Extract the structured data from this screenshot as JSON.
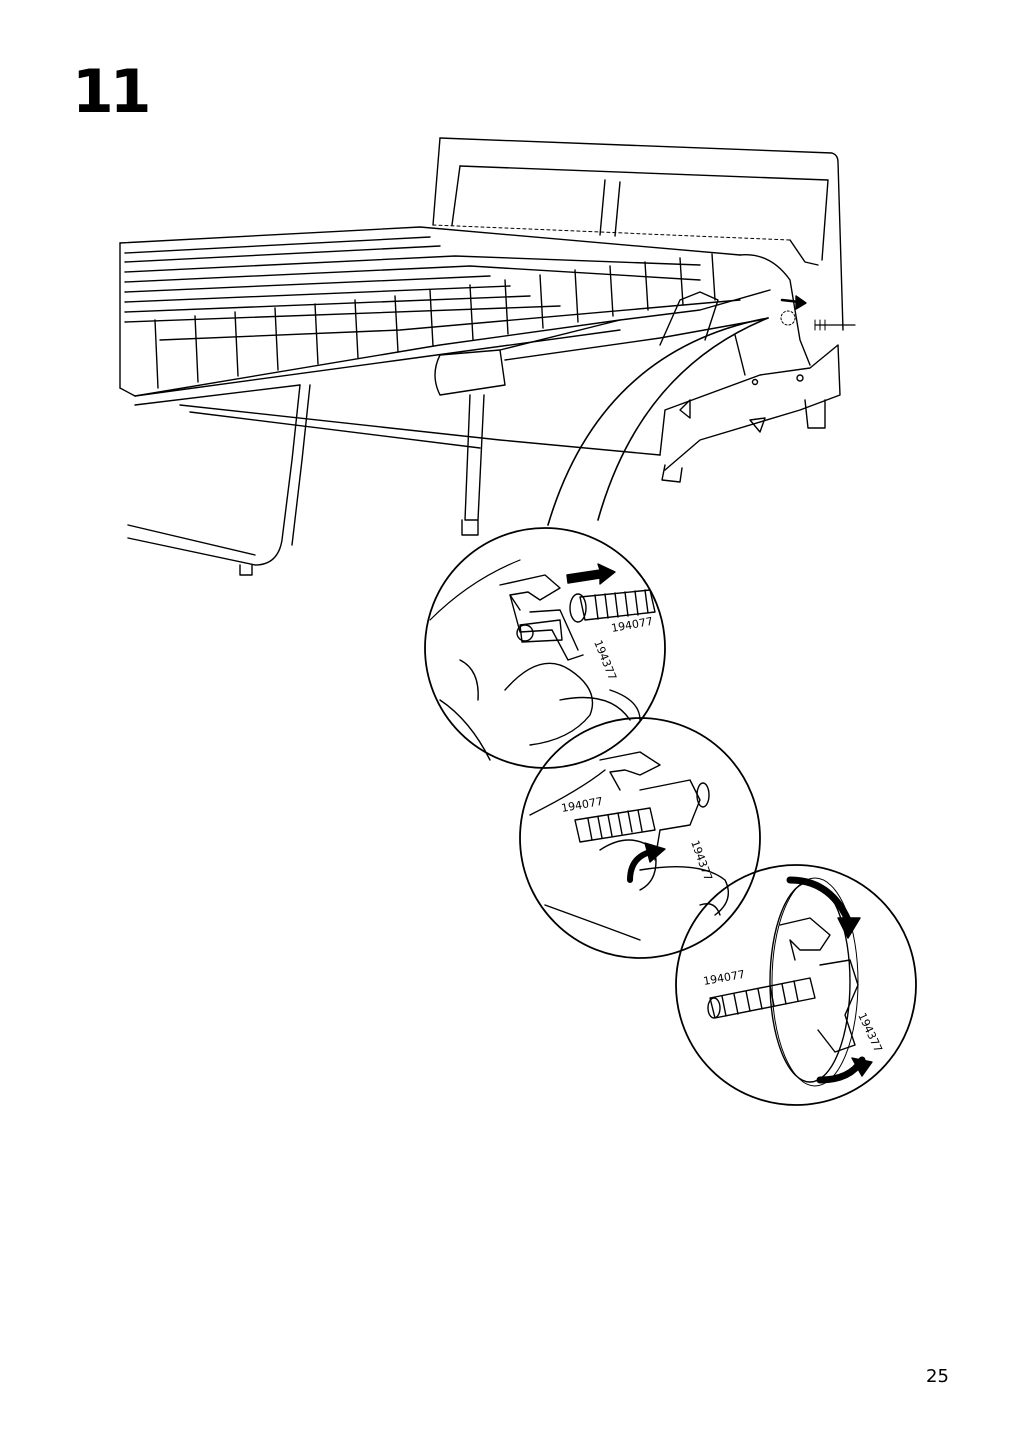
{
  "step": {
    "number": "11"
  },
  "page": {
    "number": "25"
  },
  "detail_1": {
    "part_a": "194077",
    "part_b": "194377"
  },
  "detail_2": {
    "part_a": "194077",
    "part_b": "194377"
  },
  "detail_3": {
    "part_a": "194077",
    "part_b": "194377"
  }
}
